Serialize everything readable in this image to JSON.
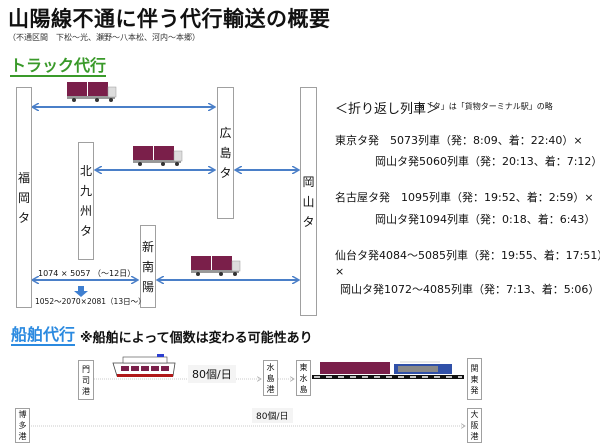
{
  "header": {
    "title": "山陽線不通に伴う代行輸送の概要",
    "subtitle": "（不通区間　下松～光、瀬野～八本松、河内～本郷）"
  },
  "truck_section": {
    "heading": "トラック代行",
    "stations": {
      "fukuoka": [
        "福",
        "岡",
        "タ"
      ],
      "kitakyushu": [
        "北",
        "九",
        "州",
        "タ"
      ],
      "shinnanyo": [
        "新",
        "南",
        "陽"
      ],
      "hiroshima": [
        "広",
        "島",
        "タ"
      ],
      "okayama": [
        "岡",
        "山",
        "タ"
      ]
    },
    "route_note_1": "1074 × 5057 （～12日）",
    "route_note_2": "1052～2070×2081（13日～）",
    "arrow_color": "#4a7fc8"
  },
  "turnaround": {
    "title": "＜折り返し列車＞",
    "footnote": "※「タ」は「貨物ターミナル駅」の略",
    "entries": [
      {
        "line1": "東京タ発　5073列車（発：8:09、着：22:40）×",
        "line2": "岡山タ発5060列車（発：20:13、着：7:12）"
      },
      {
        "line1": "名古屋タ発　1095列車（発：19:52、着：2:59）×",
        "line2": "岡山タ発1094列車（発：0:18、着：6:43）"
      },
      {
        "line1": "仙台タ発4084～5085列車（発：19:55、着：17:51）",
        "line_x": "×",
        "line2": "岡山タ発1072～4085列車（発：7:13、着：5:06）"
      }
    ]
  },
  "ship_section": {
    "heading": "船舶代行",
    "note": "※船舶によって個数は変わる可能性あり",
    "stations": {
      "moji": [
        "門",
        "司",
        "港"
      ],
      "mizushima_port": [
        "水",
        "島",
        "港"
      ],
      "higashi_mizushima": [
        "東",
        "水",
        "島"
      ],
      "kanto": [
        "関",
        "東",
        "発"
      ],
      "hakata": [
        "博",
        "多",
        "港"
      ],
      "osaka": [
        "大",
        "阪",
        "港"
      ]
    },
    "capacity_1": "80個/日",
    "capacity_2": "80個/日"
  },
  "colors": {
    "container": "#7a1f4a",
    "truck_cab": "#d8d8d8",
    "locomotive": "#3050a8",
    "ship_hull": "#b01818",
    "green_heading": "#3a9a2a",
    "blue_heading": "#2b8ae0"
  }
}
